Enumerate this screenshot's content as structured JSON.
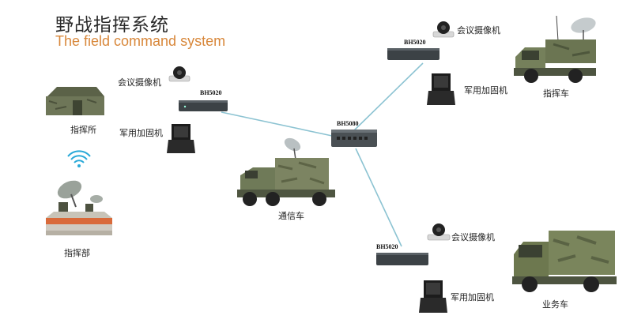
{
  "title": {
    "cn": "野战指挥系统",
    "en": "The field command system"
  },
  "colors": {
    "link": "#8cc3d2",
    "title_en": "#d8873a",
    "camo_green": "#6f7a58",
    "device": "#3c4246"
  },
  "nodes": {
    "hub": {
      "model": "BH5080",
      "vehicle_label": "通信车"
    },
    "post": {
      "model": "BH5020",
      "camera_label": "会议摄像机",
      "laptop_label": "军用加固机",
      "site_label": "指挥所"
    },
    "vehicle": {
      "model": "BH5020",
      "camera_label": "会议摄像机",
      "laptop_label": "军用加固机",
      "site_label": "指挥车"
    },
    "truck": {
      "model": "BH5020",
      "camera_label": "会议摄像机",
      "laptop_label": "军用加固机",
      "site_label": "业务车"
    },
    "hq": {
      "site_label": "指挥部"
    }
  }
}
